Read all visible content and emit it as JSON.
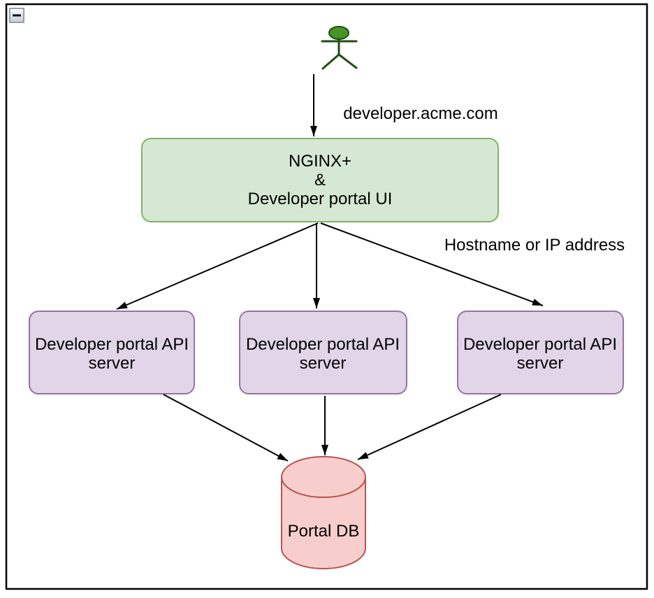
{
  "canvas": {
    "collapse_button": {
      "icon": "minus",
      "action": "collapse"
    }
  },
  "edge_labels": {
    "user_to_gateway": "developer.acme.com",
    "gateway_to_servers": "Hostname or IP address"
  },
  "nodes": {
    "user_actor": {
      "type": "actor",
      "fill": "#4a9327",
      "stroke": "#1e4f12"
    },
    "gateway": {
      "lines": [
        "NGINX+",
        "&",
        "Developer portal UI"
      ],
      "fill": "#d5e8d4",
      "stroke": "#82b366"
    },
    "api_servers": [
      {
        "lines": [
          "Developer portal API",
          "server"
        ],
        "fill": "#e1d5e7",
        "stroke": "#9673a6"
      },
      {
        "lines": [
          "Developer portal API",
          "server"
        ],
        "fill": "#e1d5e7",
        "stroke": "#9673a6"
      },
      {
        "lines": [
          "Developer portal API",
          "server"
        ],
        "fill": "#e1d5e7",
        "stroke": "#9673a6"
      }
    ],
    "database": {
      "label": "Portal DB",
      "fill": "#f8cecc",
      "stroke": "#b85450"
    }
  }
}
